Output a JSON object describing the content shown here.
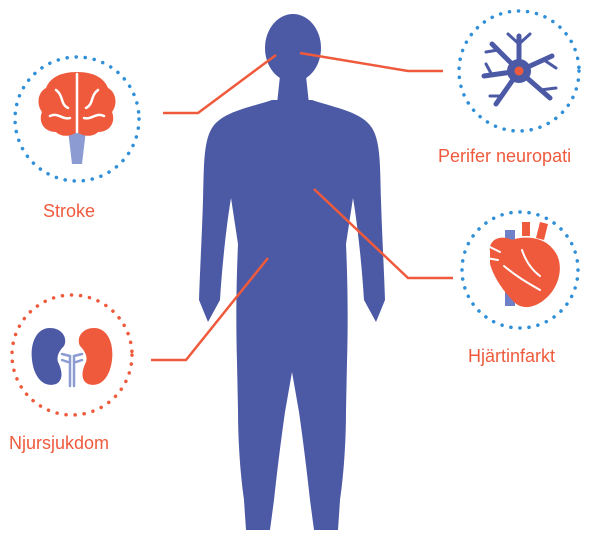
{
  "colors": {
    "body": "#4c5aa6",
    "accent": "#ef5a3c",
    "dots": "#2f8fd8",
    "dots_alt": "#ef5a3c"
  },
  "labels": {
    "stroke": "Stroke",
    "neuropathy": "Perifer neuropati",
    "heart": "Hjärtinfarkt",
    "kidney": "Njursjukdom"
  },
  "icons": {
    "stroke": "brain-icon",
    "neuropathy": "neuron-icon",
    "heart": "heart-icon",
    "kidney": "kidneys-icon"
  }
}
